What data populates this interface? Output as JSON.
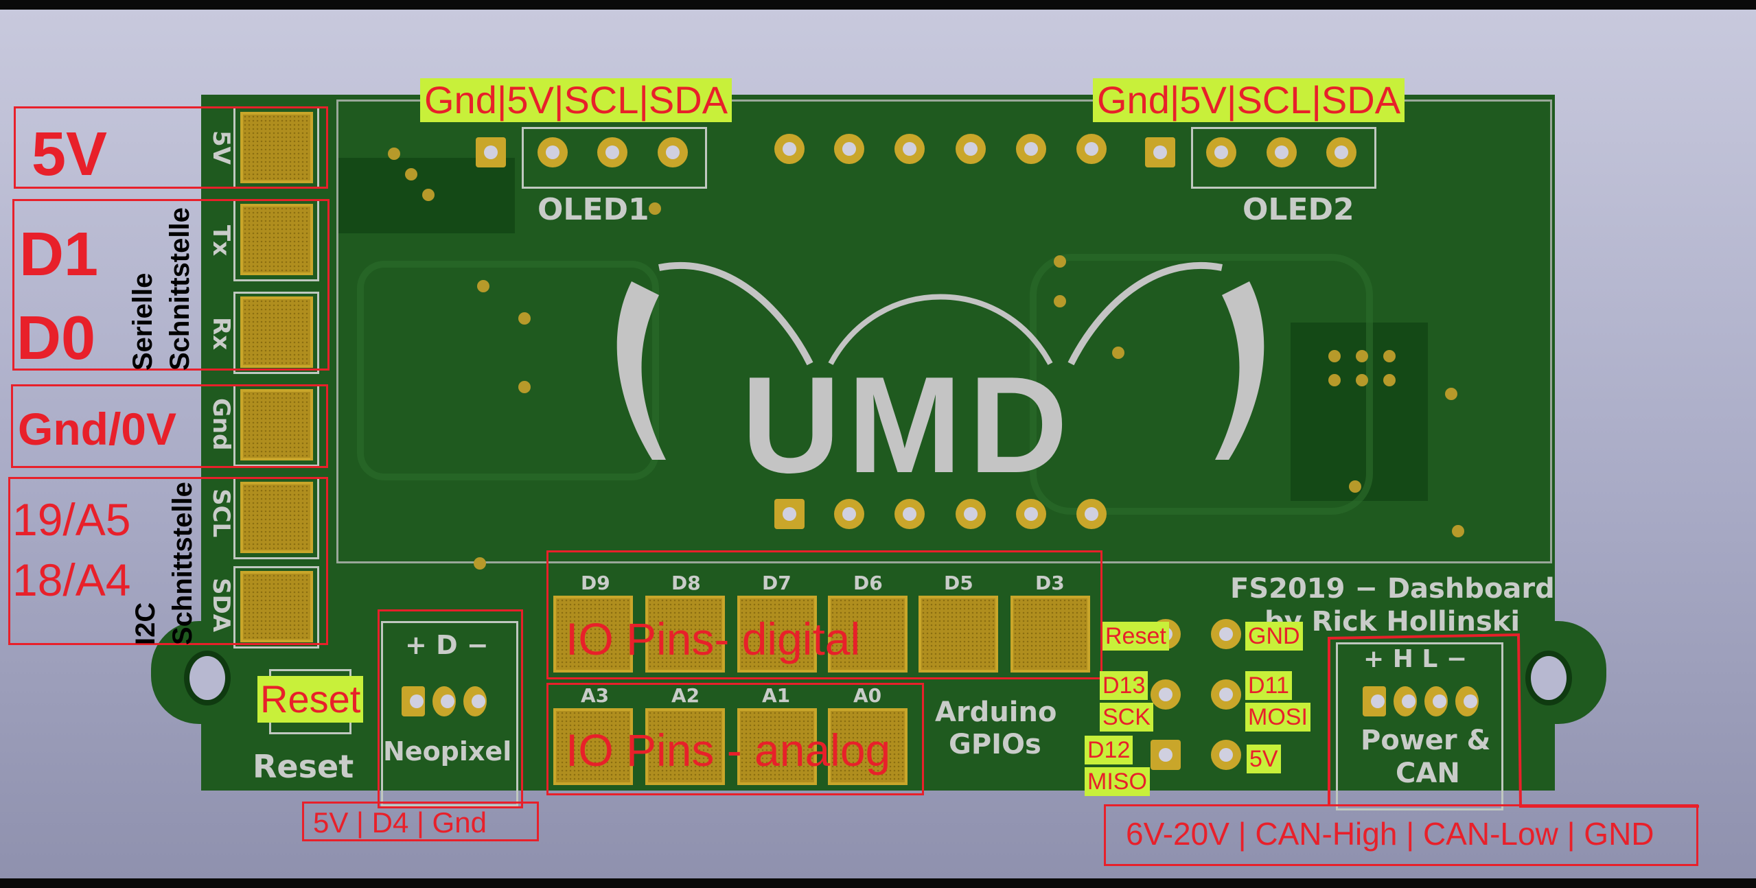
{
  "board": {
    "silkscreen": {
      "oled1": "OLED1",
      "oled2": "OLED2",
      "side_5v": "5V",
      "side_tx": "Tx",
      "side_rx": "Rx",
      "side_gnd": "Gnd",
      "side_scl": "SCL",
      "side_sda": "SDA",
      "reset": "Reset",
      "neopixel": "Neopixel",
      "neopixel_pins": "+ D −",
      "title": "FS2019 − Dashboard",
      "author": "by Rick Hollinski",
      "power_can": "Power &",
      "power_can_2": "CAN",
      "power_pins": "+ H L −",
      "arduino": "Arduino",
      "gpios": "GPIOs",
      "digital_pads": [
        "D9",
        "D8",
        "D7",
        "D6",
        "D5",
        "D3"
      ],
      "analog_pads": [
        "A3",
        "A2",
        "A1",
        "A0"
      ],
      "logo": "UMD"
    }
  },
  "annotations": {
    "oled1_pins": "Gnd|5V|SCL|SDA",
    "oled2_pins": "Gnd|5V|SCL|SDA",
    "pin_5v": "5V",
    "pin_d1": "D1",
    "pin_d0": "D0",
    "serial_label_1": "Serielle",
    "serial_label_2": "Schnittstelle",
    "pin_gnd": "Gnd/0V",
    "pin_19": "19/A5",
    "pin_18": "18/A4",
    "i2c_label_1": "I2C",
    "i2c_label_2": "Schnittstelle",
    "reset": "Reset",
    "neopixel_pins": "5V | D4 | Gnd",
    "io_digital": "IO Pins- digital",
    "io_analog": "IO Pins - analog",
    "isp_reset": "Reset",
    "isp_gnd": "GND",
    "isp_d13": "D13",
    "isp_sck": "SCK",
    "isp_d11": "D11",
    "isp_mosi": "MOSI",
    "isp_d12": "D12",
    "isp_miso": "MISO",
    "isp_5v": "5V",
    "power_pins": "6V-20V | CAN-High | CAN-Low | GND"
  }
}
